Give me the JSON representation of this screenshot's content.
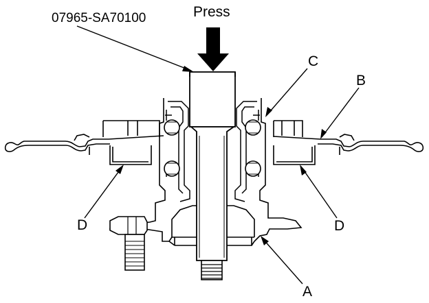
{
  "labels": {
    "tool_part_number": "07965-SA70100",
    "press": "Press",
    "callout_a": "A",
    "callout_b": "B",
    "callout_c": "C",
    "callout_d_left": "D",
    "callout_d_right": "D"
  },
  "colors": {
    "line": "#000000",
    "background": "#ffffff"
  }
}
